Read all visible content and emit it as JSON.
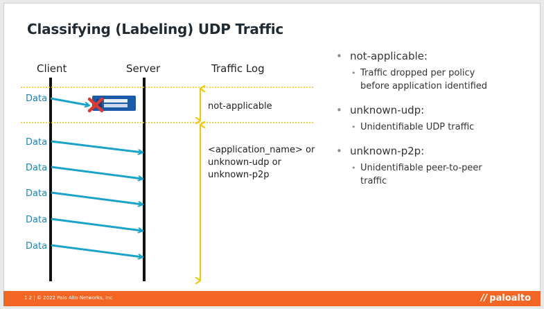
{
  "slide": {
    "title": "Classifying (Labeling) UDP Traffic"
  },
  "diagram": {
    "headers": {
      "client": "Client",
      "server": "Server",
      "log": "Traffic Log"
    },
    "data_label": "Data",
    "log_blocked": "not-applicable",
    "log_allowed_lines": [
      "<application_name> or",
      "unknown-udp or",
      "unknown-p2p"
    ],
    "colors": {
      "arrow": "#1aa3c8",
      "divider": "#f5c400",
      "log_arrow": "#f5c400",
      "firewall": "#1a5aa8",
      "block_x": "#e03a2e"
    }
  },
  "bullets": [
    {
      "term": "not-applicable:",
      "desc_lines": [
        "Traffic dropped per policy",
        "before application identified"
      ]
    },
    {
      "term": "unknown-udp:",
      "desc_lines": [
        "Unidentifiable UDP traffic"
      ]
    },
    {
      "term": "unknown-p2p:",
      "desc_lines": [
        "Unidentifiable peer-to-peer",
        "traffic"
      ]
    }
  ],
  "footer": {
    "text": "1 2  |  © 2022 Palo Alto Networks, Inc",
    "logo": "paloalto",
    "logo_mark": "//"
  }
}
